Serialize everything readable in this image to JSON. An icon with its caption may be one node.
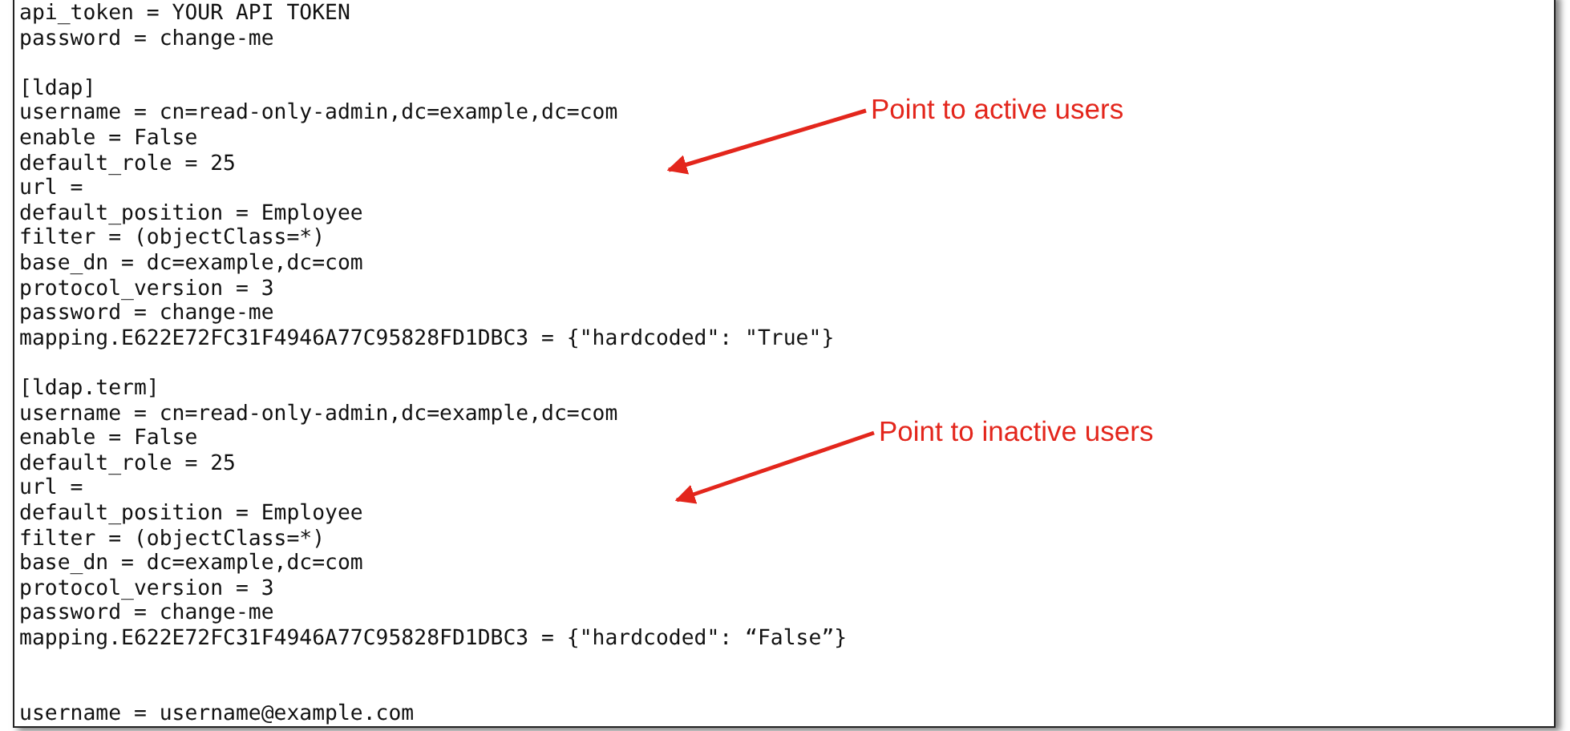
{
  "diagram": {
    "nodes": [
      {
        "text": [
          "Point to active users"
        ]
      },
      {
        "text": [
          "Point to inactive users"
        ]
      }
    ],
    "edges": [
      {
        "from": 0,
        "to": null,
        "arrow": "to"
      },
      {
        "from": 1,
        "to": null,
        "arrow": "to"
      }
    ],
    "labels": [
      "api_token = YOUR API TOKEN",
      "password = change-me",
      "[ldap]",
      "username = cn=read-only-admin,dc=example,dc=com",
      "enable = False",
      "default_role = 25",
      "url =",
      "default_position = Employee",
      "filter = (objectClass=*)",
      "base_dn = dc=example,dc=com",
      "protocol_version = 3",
      "password = change-me",
      "mapping.E622E72FC31F4946A77C95828FD1DBC3 = {\"hardcoded\": \"True\"}",
      "[ldap.term]",
      "username = cn=read-only-admin,dc=example,dc=com",
      "enable = False",
      "default_role = 25",
      "url =",
      "default_position = Employee",
      "filter = (objectClass=*)",
      "base_dn = dc=example,dc=com",
      "protocol_version = 3",
      "password = change-me",
      "mapping.E622E72FC31F4946A77C95828FD1DBC3 = {\"hardcoded\": “False”}",
      "username = username@example.com"
    ]
  }
}
